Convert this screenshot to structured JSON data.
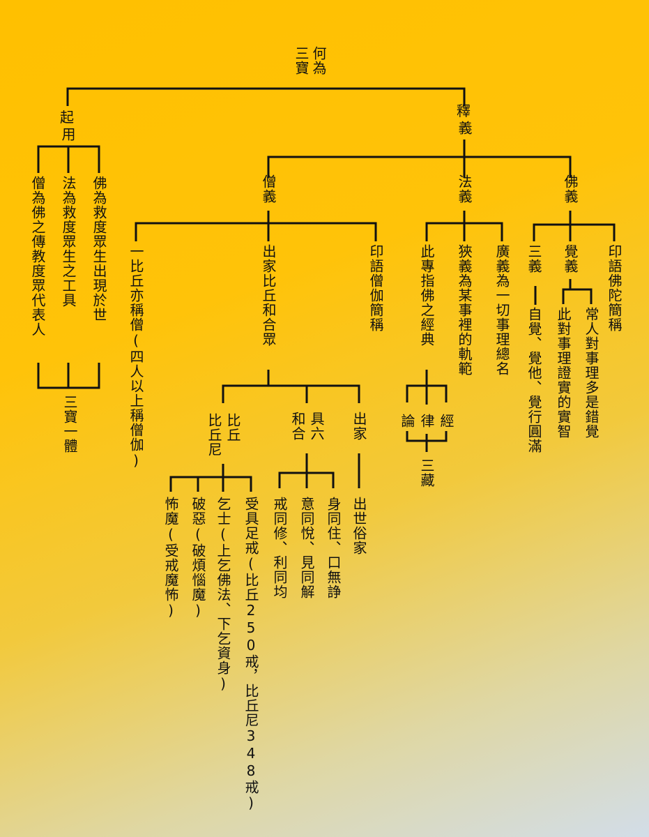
{
  "title": {
    "col1": "何為",
    "col2": "三寶"
  },
  "usage": {
    "title": [
      "用",
      "起"
    ],
    "items": [
      "佛為救度眾生出現於世",
      "法為救度眾生之工具",
      "僧為佛之傳教度眾代表人"
    ],
    "unity": "三寶一體"
  },
  "meaning": {
    "title": [
      "義",
      "釋"
    ]
  },
  "buddha": {
    "title": "佛義",
    "items": [
      "印語佛陀簡稱",
      "覺義",
      "三義"
    ],
    "jue": [
      "常人對事理多是錯覺",
      "此對事理證實的實智"
    ],
    "three": "自覺、覺他、覺行圓滿"
  },
  "dharma": {
    "title": "法義",
    "items": [
      "廣義為一切事理總名",
      "狹義為某事裡的軌範",
      "此專指佛之經典"
    ],
    "canon": [
      "經",
      "律",
      "論"
    ],
    "tripitaka": "三藏"
  },
  "sangha": {
    "title": "僧義",
    "items": [
      "印語僧伽簡稱",
      "出家比丘和合眾",
      "一比丘亦稱僧(四人以上稱僧伽)"
    ]
  },
  "sangha_sub": {
    "home": "出家",
    "home_desc": "出世俗家",
    "harmony": [
      "具六",
      "和合"
    ],
    "harmony_items": [
      "身同住、口無諍",
      "意同悅、見同解",
      "戒同修、利同均"
    ],
    "bhikkhu": [
      "比丘",
      "比丘尼"
    ],
    "bhikkhu_items": [
      "受具足戒(比丘250戒，比丘尼348戒)",
      "乞士(上乞佛法、下乞資身)",
      "破惡(破煩惱魔)",
      "怖魔(受戒魔怖)"
    ]
  }
}
